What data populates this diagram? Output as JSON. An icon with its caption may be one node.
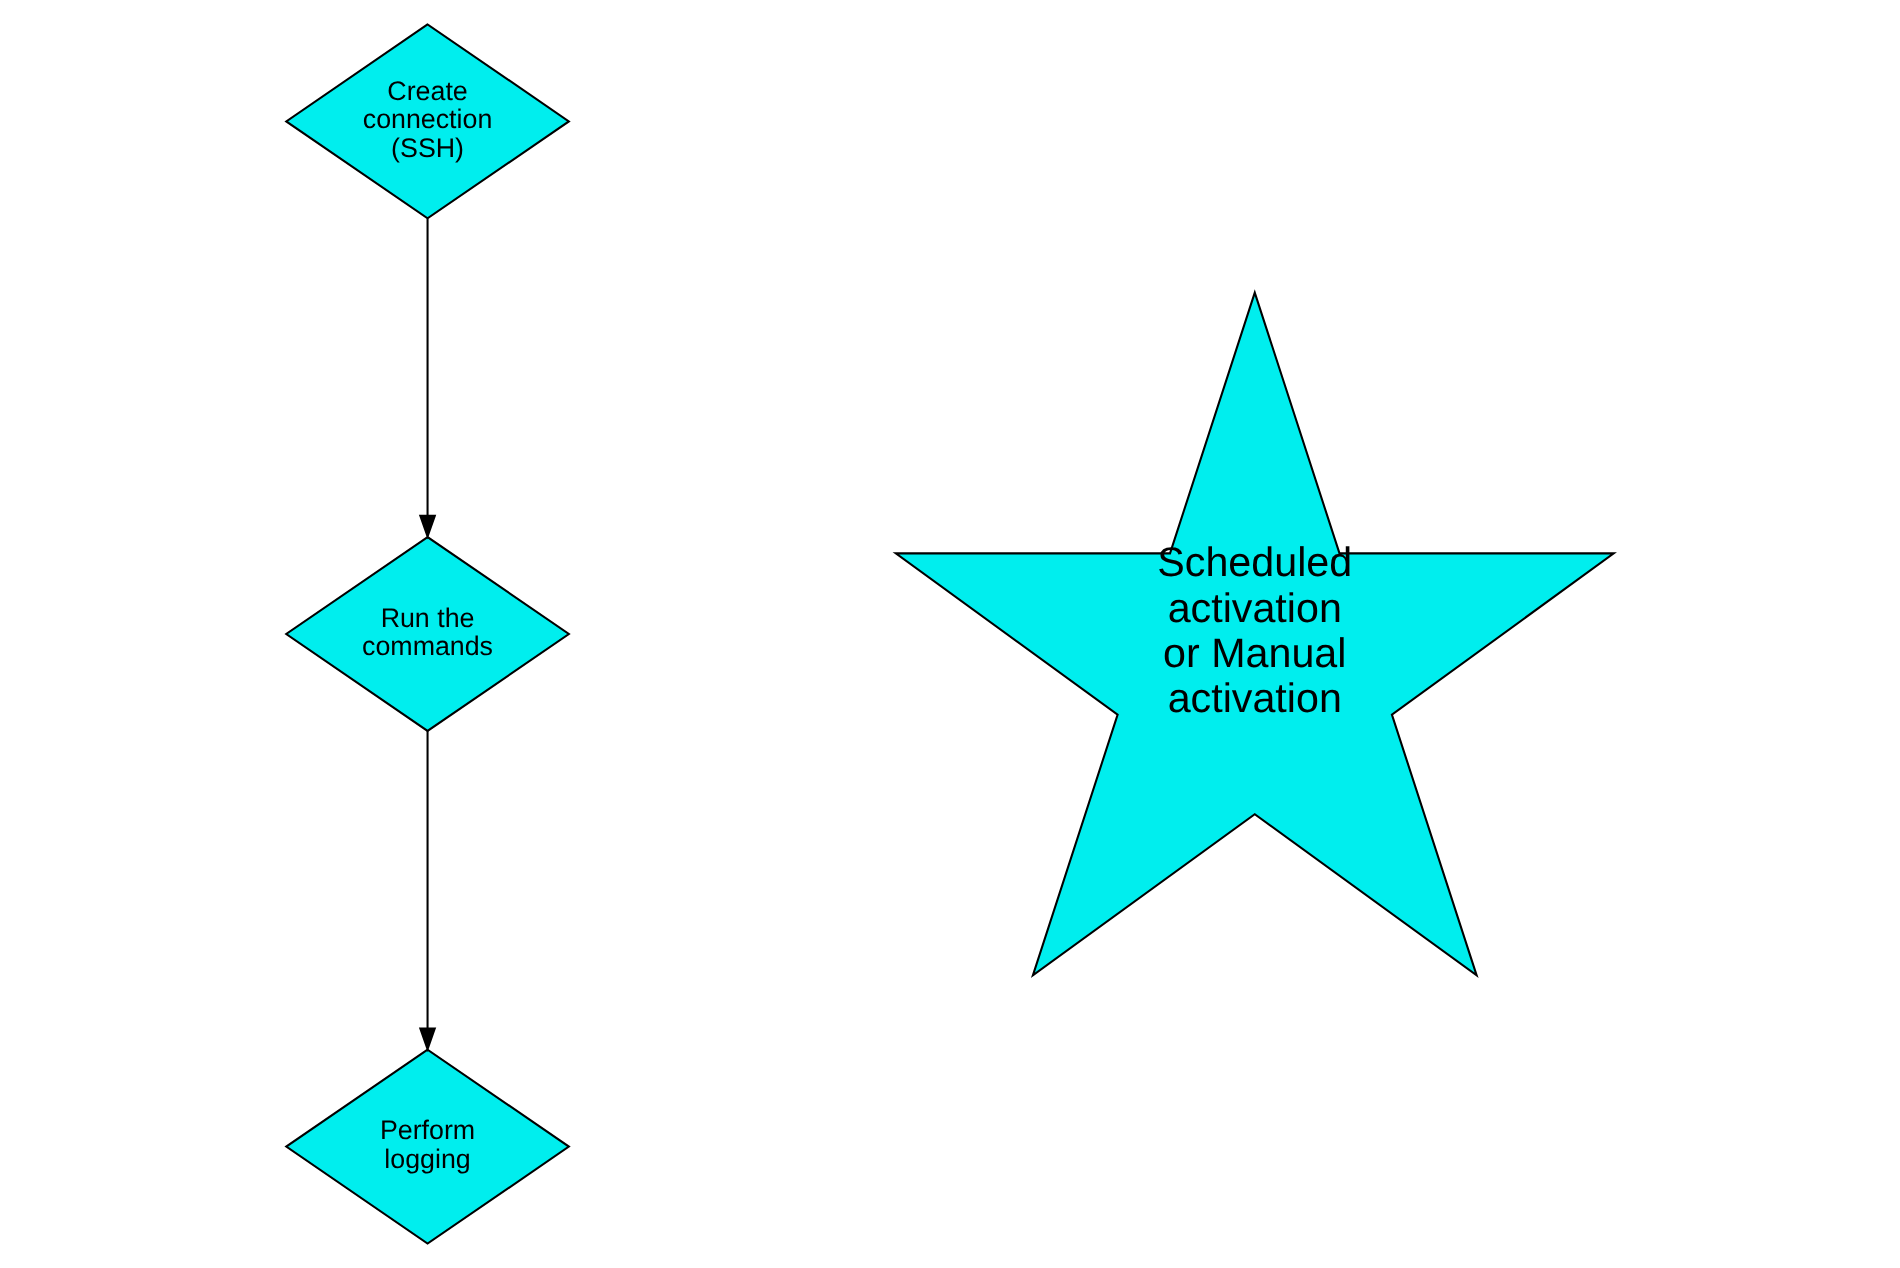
{
  "diagram": {
    "nodes": [
      {
        "text": [
          "Create connection (SSH)"
        ]
      },
      {
        "text": [
          "Run the commands"
        ]
      },
      {
        "text": [
          "Perform logging"
        ]
      },
      {
        "text": [
          "Scheduled activation or Manual activation"
        ]
      }
    ],
    "edges": [
      {
        "from": 0,
        "to": 1,
        "arrow": "to"
      },
      {
        "from": 1,
        "to": 2,
        "arrow": "to"
      }
    ]
  }
}
